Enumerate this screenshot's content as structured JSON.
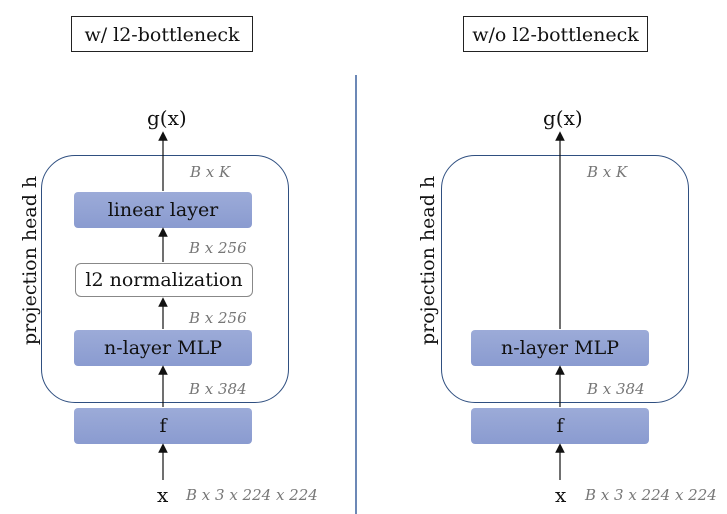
{
  "left": {
    "title": "w/ l2-bottleneck",
    "side_label": "projection head h",
    "output_label": "g(x)",
    "input_label": "x",
    "blocks": {
      "linear": "linear layer",
      "l2norm": "l2 normalization",
      "mlp": "n-layer MLP",
      "f": "f"
    },
    "dims": {
      "out": "B x K",
      "after_norm": "B x 256",
      "after_mlp": "B x 256",
      "after_f": "B x 384",
      "input": "B x 3 x 224 x 224"
    }
  },
  "right": {
    "title": "w/o l2-bottleneck",
    "side_label": "projection head h",
    "output_label": "g(x)",
    "input_label": "x",
    "blocks": {
      "mlp": "n-layer MLP",
      "f": "f"
    },
    "dims": {
      "out": "B x K",
      "after_f": "B x 384",
      "input": "B x 3 x 224 x 224"
    }
  }
}
